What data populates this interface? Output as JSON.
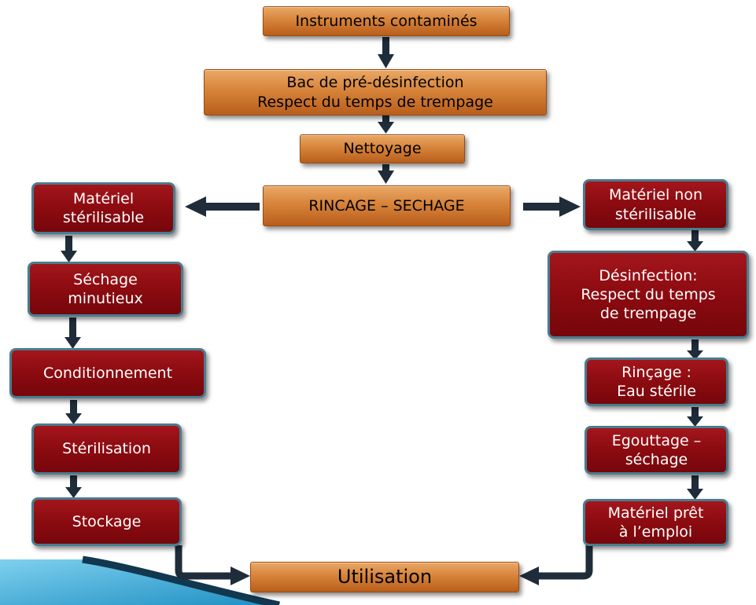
{
  "nodes": {
    "instruments": "Instruments contaminés",
    "bac": "Bac de pré-désinfection\nRespect du temps de trempage",
    "nettoyage": "Nettoyage",
    "rincage_sechage": "RINCAGE – SECHAGE",
    "materiel_sterilisable": "Matériel\nstérilisable",
    "sechage_minutieux": "Séchage\nminutieux",
    "conditionnement": "Conditionnement",
    "sterilisation": "Stérilisation",
    "stockage": "Stockage",
    "materiel_non_sterilisable": "Matériel non\nstérilisable",
    "desinfection": "Désinfection:\nRespect du temps\nde trempage",
    "rincage_eau": "Rinçage :\nEau stérile",
    "egouttage": "Egouttage –\nséchage",
    "materiel_pret": "Matériel prêt\nà l’emploi",
    "utilisation": "Utilisation"
  },
  "colors": {
    "orange_box": "#d7843a",
    "red_box": "#8b0b10",
    "red_box_border": "#4a7c8f",
    "arrow": "#1f2d3a",
    "slide_accent": "#29a3d6"
  }
}
